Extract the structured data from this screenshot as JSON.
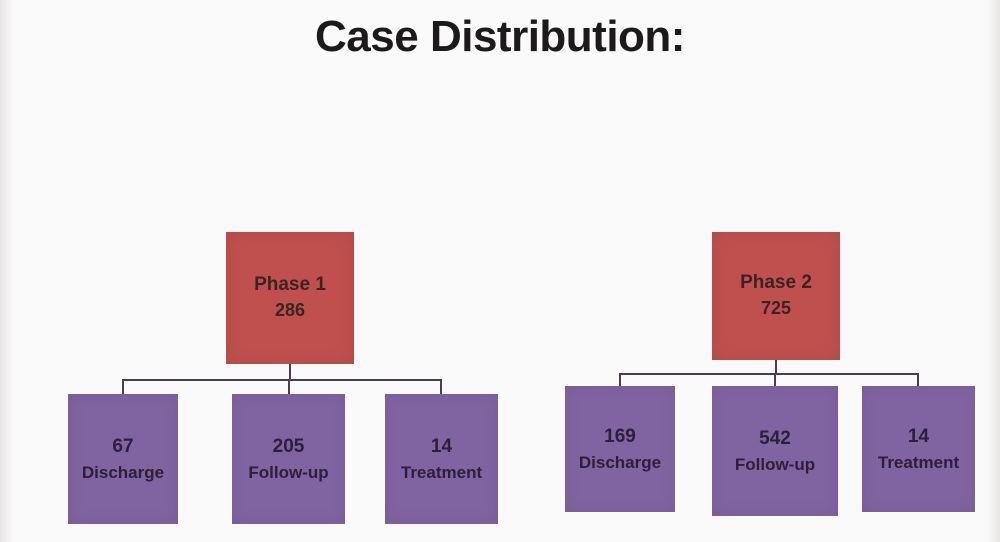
{
  "title": "Case Distribution:",
  "colors": {
    "bg": "#fbfafa",
    "edge": "#e7e5e4",
    "root_fill": "#c0504d",
    "child_fill": "#8064a2",
    "connector": "#4a3b5e",
    "root_text": "#3a2423",
    "child_text": "#2b2136",
    "title_text": "#1c1a1a"
  },
  "trees": [
    {
      "name": "Phase 1",
      "root": {
        "label": "Phase 1",
        "value": "286"
      },
      "children": [
        {
          "value": "67",
          "label": "Discharge"
        },
        {
          "value": "205",
          "label": "Follow-up"
        },
        {
          "value": "14",
          "label": "Treatment"
        }
      ]
    },
    {
      "name": "Phase 2",
      "root": {
        "label": "Phase 2",
        "value": "725"
      },
      "children": [
        {
          "value": "169",
          "label": "Discharge"
        },
        {
          "value": "542",
          "label": "Follow-up"
        },
        {
          "value": "14",
          "label": "Treatment"
        }
      ]
    }
  ]
}
